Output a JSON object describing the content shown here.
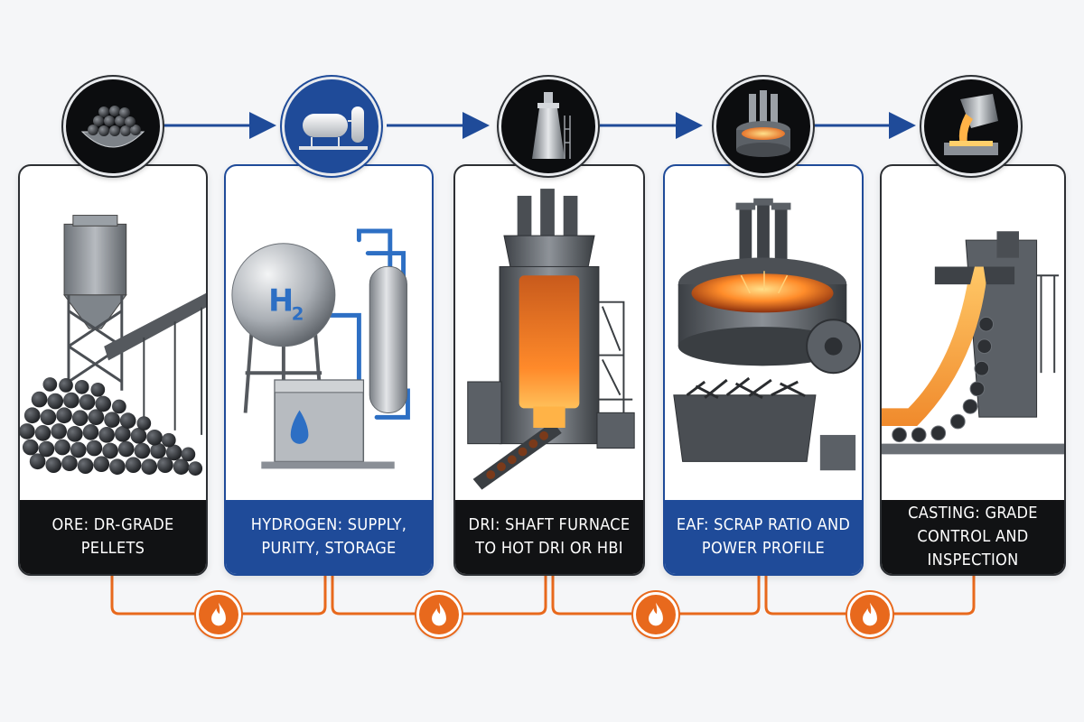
{
  "stages": [
    {
      "id": "ore",
      "label": "ORE: DR-GRADE PELLETS",
      "icon": "ore-pellets-bowl-icon",
      "theme": "dark"
    },
    {
      "id": "hydrogen",
      "label": "HYDROGEN: SUPPLY, PURITY, STORAGE",
      "icon": "hydrogen-tank-icon",
      "theme": "blue"
    },
    {
      "id": "dri",
      "label": "DRI: SHAFT FURNACE TO HOT DRI OR HBI",
      "icon": "shaft-furnace-icon",
      "theme": "dark"
    },
    {
      "id": "eaf",
      "label": "EAF: SCRAP RATIO AND POWER PROFILE",
      "icon": "electric-arc-furnace-icon",
      "theme": "dark"
    },
    {
      "id": "casting",
      "label": "CASTING: GRADE CONTROL AND INSPECTION",
      "icon": "ladle-pour-icon",
      "theme": "dark"
    }
  ],
  "hydrogen_symbol": "H",
  "hydrogen_subscript": "2",
  "connector_icon": "flame-icon",
  "colors": {
    "dark_label": "#111214",
    "blue_accent": "#1f4b99",
    "orange_accent": "#e8691d",
    "card_border": "#2c2f33",
    "steel": "#8a8f96"
  }
}
